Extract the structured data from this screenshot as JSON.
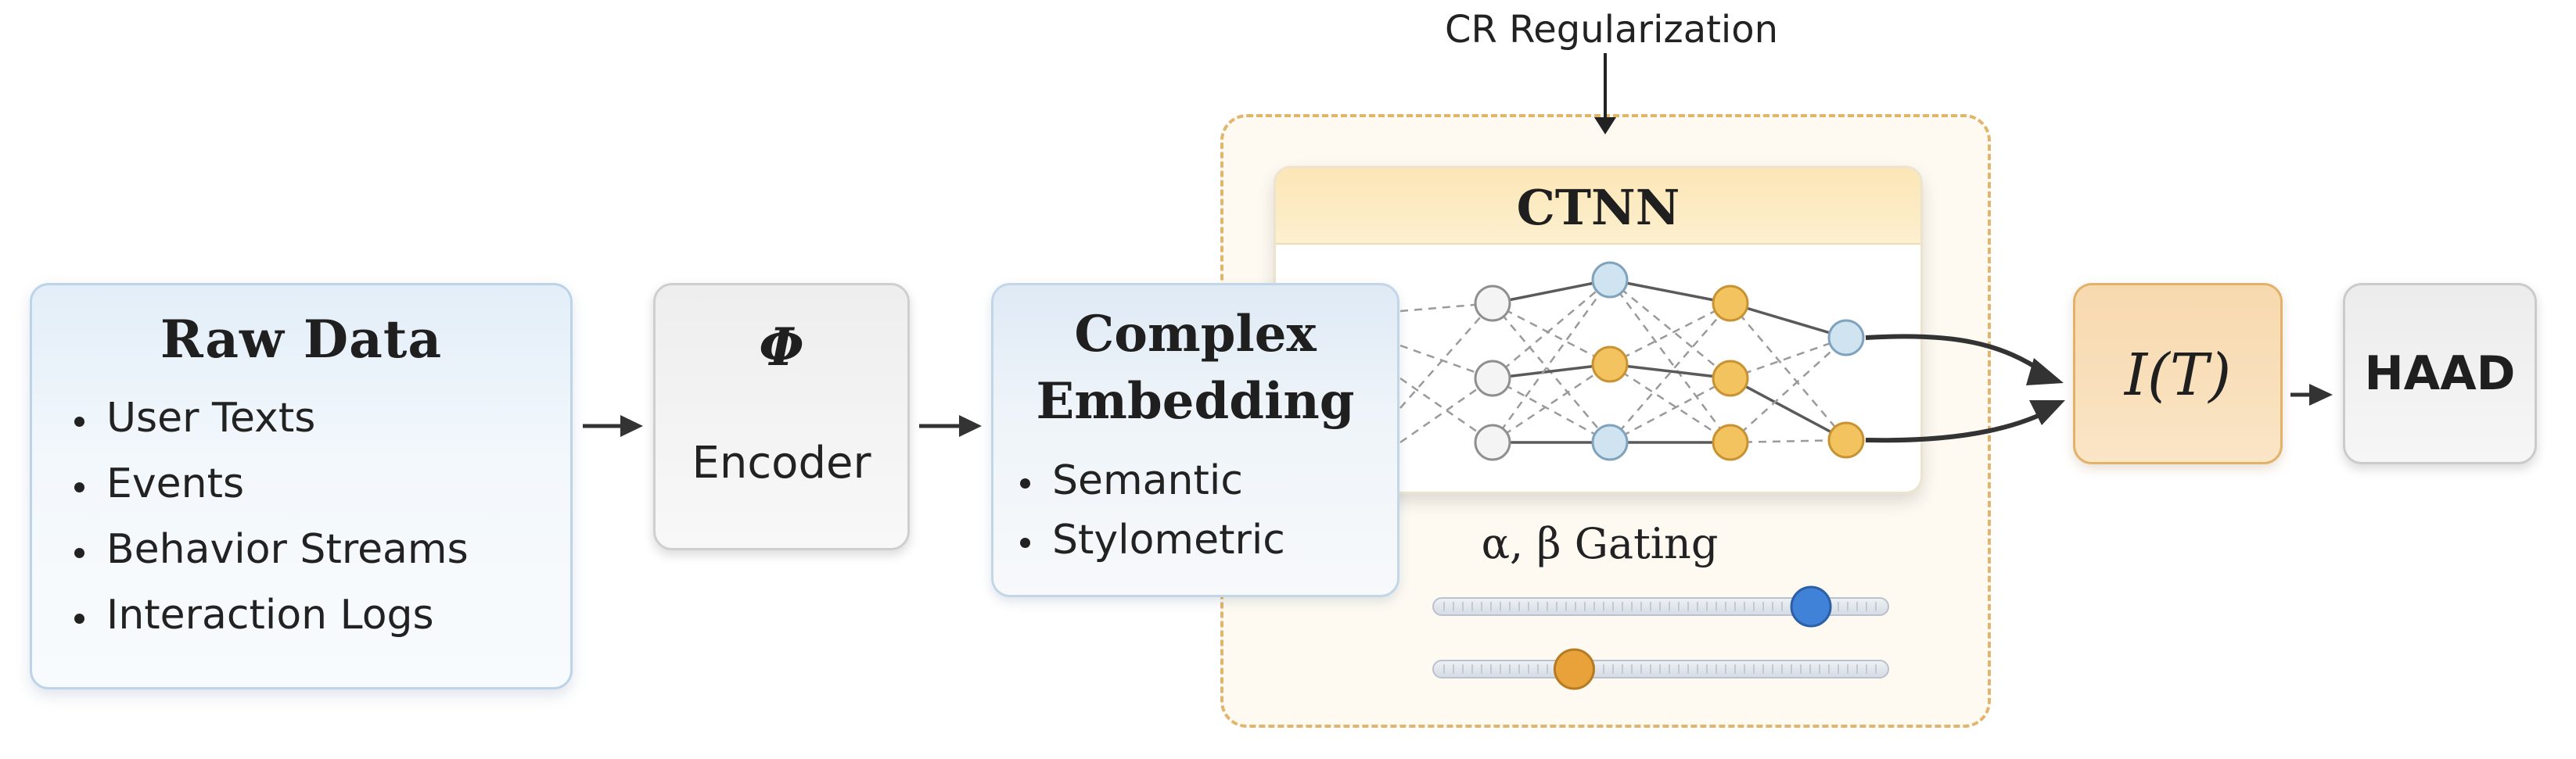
{
  "raw_data": {
    "title": "Raw Data",
    "items": [
      "User Texts",
      "Events",
      "Behavior Streams",
      "Interaction Logs"
    ]
  },
  "encoder": {
    "symbol": "Φ",
    "label": "Encoder"
  },
  "embedding": {
    "title_line1": "Complex",
    "title_line2": "Embedding",
    "items": [
      "Semantic",
      "Stylometric"
    ]
  },
  "regularization": {
    "label": "CR Regularization"
  },
  "ctnn": {
    "title": "CTNN"
  },
  "gating": {
    "label": "α, β Gating",
    "alpha_level": 0.83,
    "beta_level": 0.31
  },
  "output": {
    "label": "I(T)"
  },
  "haad": {
    "label": "HAAD"
  },
  "colors": {
    "blue_node": "#cfe3f0",
    "orange_node": "#f3c35f",
    "gray_node": "#f4f4f4",
    "slider_blue": "#3f82d8",
    "slider_orange": "#e9a23a",
    "dashed_border": "#e2b56c",
    "arrow": "#333333"
  }
}
